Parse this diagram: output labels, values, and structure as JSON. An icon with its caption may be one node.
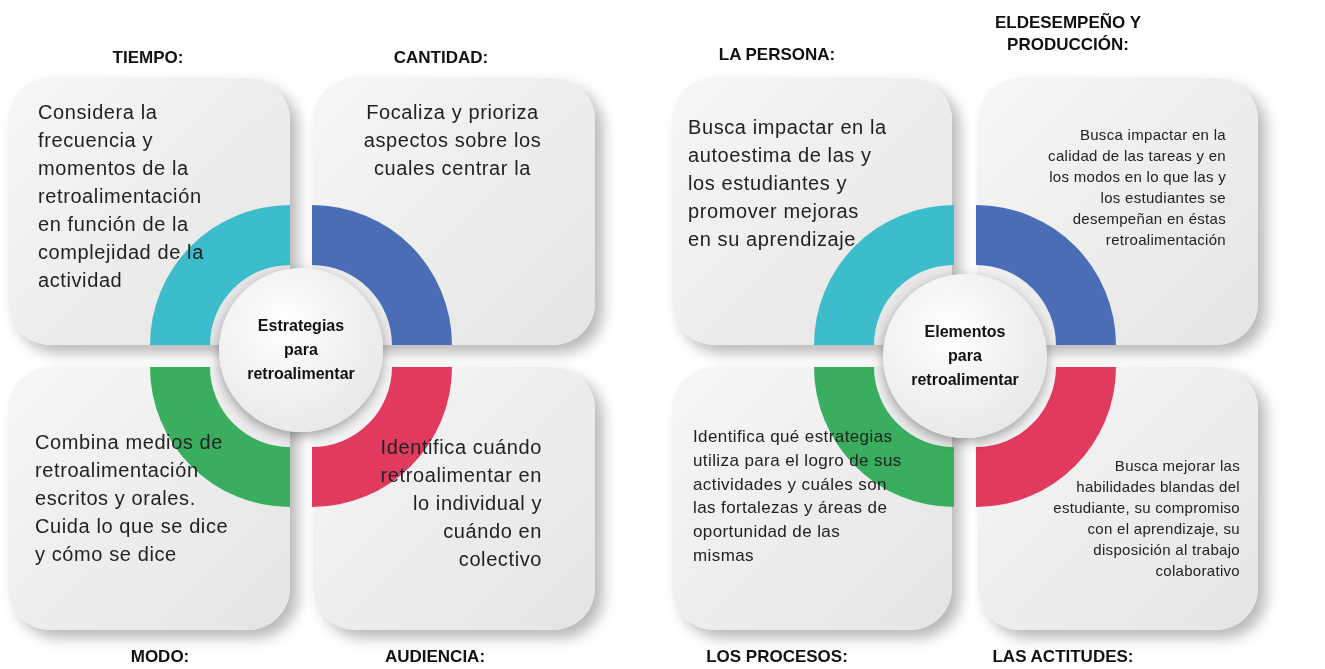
{
  "diagram": {
    "nodes": [
      {
        "text": [
          "TIEMPO:",
          "Considera la frecuencia y momentos de la retroalimentación en función de la complejidad de la actividad"
        ]
      },
      {
        "text": [
          "CANTIDAD:",
          "Focaliza y prioriza aspectos sobre los cuales centrar la"
        ]
      },
      {
        "text": [
          "Estrategias para retroalimentar"
        ]
      },
      {
        "text": [
          "Combina medios de retroalimentación escritos y orales. Cuida lo que se dice y cómo se dice",
          "MODO:"
        ]
      },
      {
        "text": [
          "Identifica cuándo retroalimentar en lo individual y cuándo en colectivo",
          "AUDIENCIA:"
        ]
      },
      {
        "text": [
          "LA PERSONA:",
          "Busca impactar en la autoestima de las y los estudiantes y promover mejoras en su aprendizaje"
        ]
      },
      {
        "text": [
          "ELDESEMPEÑO Y PRODUCCIÓN:",
          "Busca impactar en la calidad de las tareas y en los modos en lo que las y los estudiantes se desempeñan en éstas retroalimentación"
        ]
      },
      {
        "text": [
          "Elementos para retroalimentar"
        ]
      },
      {
        "text": [
          "Identifica qué estrategias utiliza para el logro de sus actividades y cuáles son las fortalezas y áreas de oportunidad de las mismas",
          "LOS PROCESOS:"
        ]
      },
      {
        "text": [
          "Busca mejorar las habilidades blandas del estudiante, su compromiso con el aprendizaje, su disposición al trabajo colaborativo",
          "LAS ACTITUDES:"
        ]
      }
    ],
    "edges": []
  }
}
